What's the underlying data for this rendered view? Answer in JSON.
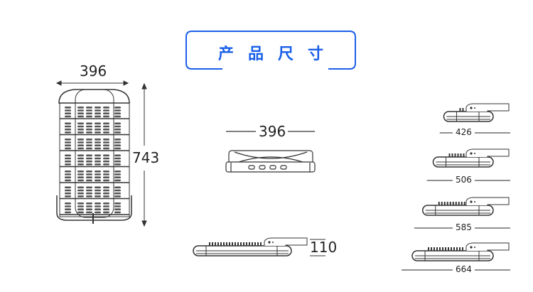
{
  "title": "产品尺寸",
  "front_view": {
    "width_label": "396",
    "height_label": "743"
  },
  "top_view": {
    "width_label": "396"
  },
  "side_view": {
    "height_label": "110"
  },
  "length_variants": [
    {
      "label": "426",
      "length_mm": 426
    },
    {
      "label": "506",
      "length_mm": 506
    },
    {
      "label": "585",
      "length_mm": 585
    },
    {
      "label": "664",
      "length_mm": 664
    }
  ],
  "colors": {
    "accent": "#1a5fe8",
    "line": "#222222"
  }
}
